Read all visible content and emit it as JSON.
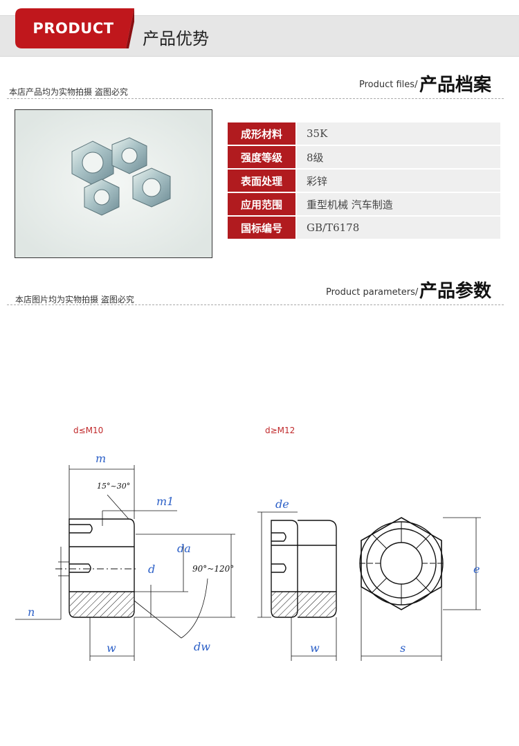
{
  "banner": {
    "badge": "PRODUCT",
    "title": "产品优势"
  },
  "files_section": {
    "note": "本店产品均为实物拍摄 盗图必究",
    "en": "Product files/",
    "cn": "产品档案"
  },
  "specs": [
    {
      "key": "成形材料",
      "value": "35K"
    },
    {
      "key": "强度等级",
      "value": "8级"
    },
    {
      "key": "表面处理",
      "value": "彩锌"
    },
    {
      "key": "应用范围",
      "value": "重型机械 汽车制造"
    },
    {
      "key": "国标编号",
      "value": "GB/T6178"
    }
  ],
  "params_section": {
    "note": "本店图片均为实物拍摄 盗图必究",
    "en": "Product parameters/",
    "cn": "产品参数"
  },
  "drawing": {
    "left_caption": "d≤M10",
    "right_caption": "d≥M12",
    "labels": {
      "m": "m",
      "angle1": "15°~30°",
      "m1": "m1",
      "da": "da",
      "d": "d",
      "angle2": "90°~120°",
      "n": "n",
      "w_left": "w",
      "dw": "dw",
      "de": "de",
      "w_right": "w",
      "e": "e",
      "s": "s"
    },
    "colors": {
      "label": "#2b5fc7",
      "caption": "#c0282a",
      "line": "#111111"
    }
  }
}
